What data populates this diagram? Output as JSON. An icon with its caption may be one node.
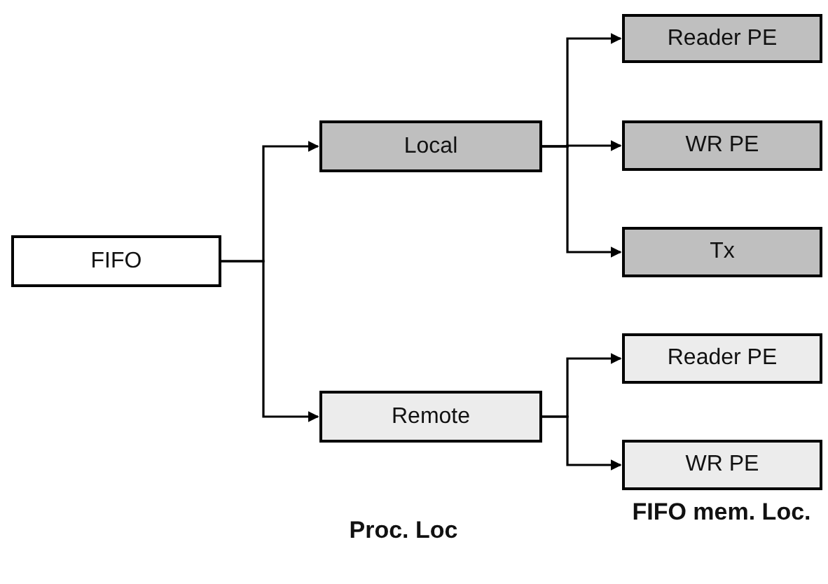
{
  "diagram": {
    "nodes": [
      {
        "text": [
          "FIFO"
        ]
      },
      {
        "text": [
          "Local"
        ]
      },
      {
        "text": [
          "Remote"
        ]
      },
      {
        "text": [
          "Reader PE"
        ]
      },
      {
        "text": [
          "WR PE"
        ]
      },
      {
        "text": [
          "Tx"
        ]
      },
      {
        "text": [
          "Reader PE"
        ]
      },
      {
        "text": [
          "WR PE"
        ]
      }
    ],
    "edges": [
      {
        "from": 0,
        "to": 1,
        "arrow": "to"
      },
      {
        "from": 0,
        "to": 2,
        "arrow": "to"
      },
      {
        "from": 1,
        "to": 3,
        "arrow": "to"
      },
      {
        "from": 1,
        "to": 4,
        "arrow": "to"
      },
      {
        "from": 1,
        "to": 5,
        "arrow": "to"
      },
      {
        "from": 2,
        "to": 6,
        "arrow": "to"
      },
      {
        "from": 2,
        "to": 7,
        "arrow": "to"
      }
    ],
    "labels": [
      "Proc. Loc",
      "FIFO mem. Loc."
    ]
  }
}
